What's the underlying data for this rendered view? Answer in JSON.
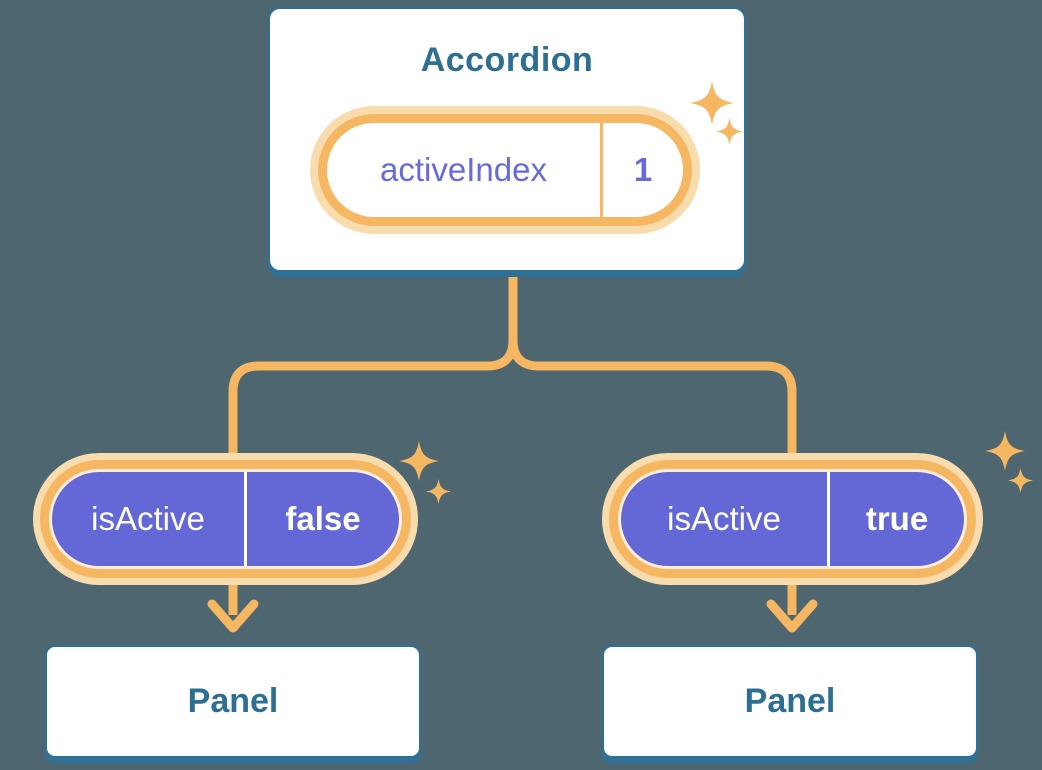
{
  "colors": {
    "background": "#4D6670",
    "accent_orange": "#F5B761",
    "accent_orange_glow": "#F8DCAE",
    "pill_purple": "#6467D6",
    "heading_blue": "#2D6E93",
    "card_border_blue": "#2F7096",
    "state_text_purple": "#666BDA"
  },
  "icons": {
    "sparkle": "four-point-star"
  },
  "root_component": {
    "title": "Accordion",
    "state_pill": {
      "name": "activeIndex",
      "value": "1"
    }
  },
  "children": [
    {
      "prop_pill": {
        "name": "isActive",
        "value": "false"
      },
      "panel_label": "Panel"
    },
    {
      "prop_pill": {
        "name": "isActive",
        "value": "true"
      },
      "panel_label": "Panel"
    }
  ]
}
